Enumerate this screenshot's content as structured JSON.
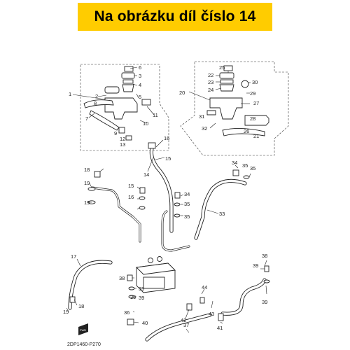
{
  "banner": {
    "text": "Na obrázku díl číslo 14",
    "color": "#ffcc00"
  },
  "diagram_code": "2DP1460-P270",
  "callouts": {
    "c1": "1",
    "c2": "2",
    "c3": "3",
    "c4": "4",
    "c5": "5",
    "c6": "6",
    "c7": "7",
    "c8": "8",
    "c9": "9",
    "c10": "10",
    "c11": "11",
    "c12": "12",
    "c13": "13",
    "c14": "14",
    "c15a": "15",
    "c15b": "15",
    "c16a": "16",
    "c16b": "16",
    "c17": "17",
    "c18a": "18",
    "c18b": "18",
    "c19a": "19",
    "c19b": "19",
    "c19c": "19",
    "c20": "20",
    "c21": "21",
    "c22": "22",
    "c23": "23",
    "c24": "24",
    "c25": "25",
    "c26": "26",
    "c27": "27",
    "c28": "28",
    "c29": "29",
    "c30": "30",
    "c31": "31",
    "c32": "32",
    "c33": "33",
    "c34a": "34",
    "c34b": "34",
    "c35a": "35",
    "c35b": "35",
    "c35c": "35",
    "c35d": "35",
    "c36": "36",
    "c37": "37",
    "c38a": "38",
    "c38b": "38",
    "c39a": "39",
    "c39b": "39",
    "c39c": "39",
    "c39d": "39",
    "c39e": "39",
    "c40": "40",
    "c41": "41",
    "c42": "42",
    "c43": "43",
    "c44": "44"
  },
  "fwd_mark": "FWD"
}
